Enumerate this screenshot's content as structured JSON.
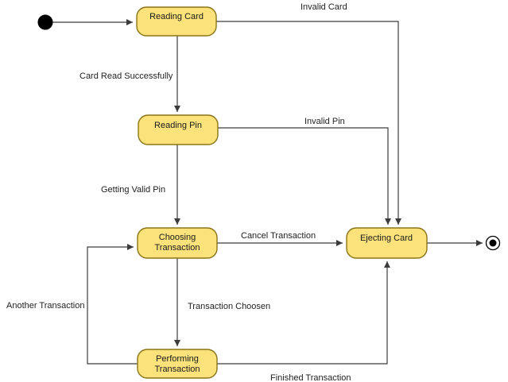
{
  "colors": {
    "state_fill": "#FCE27B",
    "state_stroke": "#8A7519",
    "line": "#3c3c3c"
  },
  "states": {
    "reading_card": {
      "label": "Reading Card"
    },
    "reading_pin": {
      "label": "Reading Pin"
    },
    "choosing_transaction": {
      "line1": "Choosing",
      "line2": "Transaction"
    },
    "ejecting_card": {
      "label": "Ejecting Card"
    },
    "performing_transaction": {
      "line1": "Performing",
      "line2": "Transaction"
    }
  },
  "transitions": {
    "invalid_card": "Invalid Card",
    "card_read_successfully": "Card Read Successfully",
    "invalid_pin": "Invalid Pin",
    "getting_valid_pin": "Getting Valid Pin",
    "cancel_transaction": "Cancel Transaction",
    "transaction_choosen": "Transaction Choosen",
    "another_transaction": "Another Transaction",
    "finished_transaction": "Finished Transaction"
  }
}
